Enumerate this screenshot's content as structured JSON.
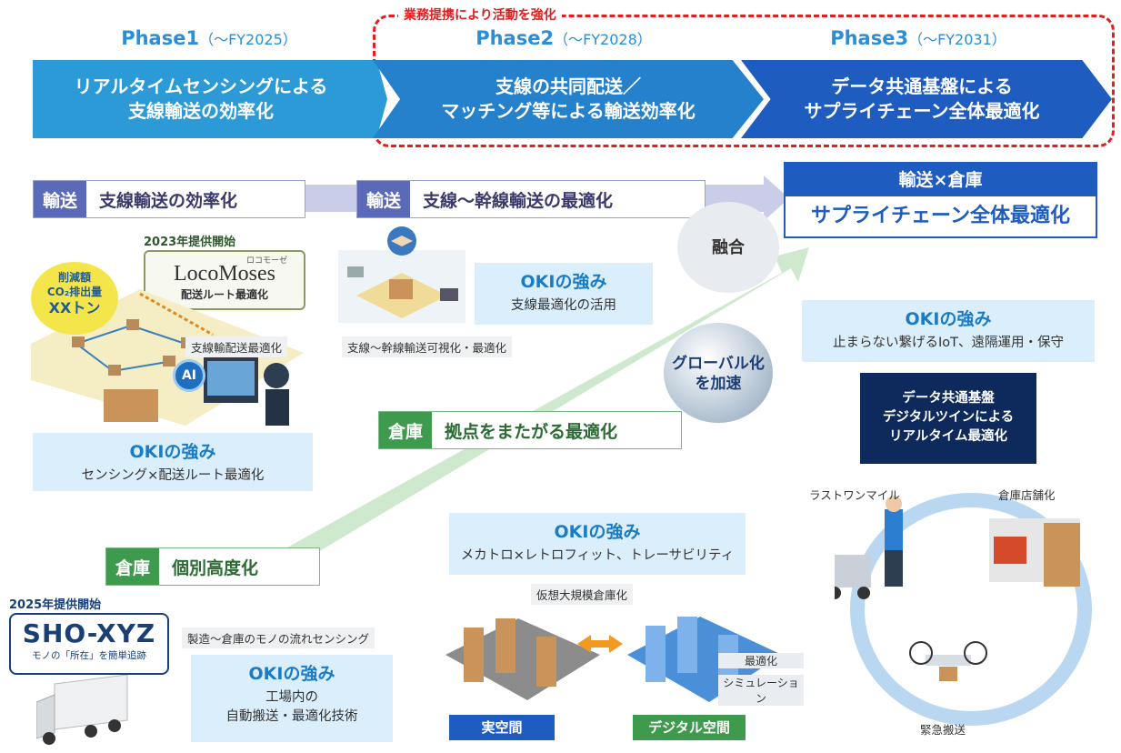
{
  "header": {
    "collab_label": "業務提携により活動を強化",
    "phases": [
      {
        "name": "Phase1",
        "fy": "（～FY2025）",
        "line1": "リアルタイムセンシングによる",
        "line2": "支線輸送の効率化"
      },
      {
        "name": "Phase2",
        "fy": "（～FY2028）",
        "line1": "支線の共同配送／",
        "line2": "マッチング等による輸送効率化"
      },
      {
        "name": "Phase3",
        "fy": "（～FY2031）",
        "line1": "データ共通基盤による",
        "line2": "サプライチェーン全体最適化"
      }
    ]
  },
  "transport": {
    "tag1": {
      "key": "輸送",
      "value": "支線輸送の効率化"
    },
    "tag2": {
      "key": "輸送",
      "value": "支線～幹線輸送の最適化"
    },
    "goal_top": "輸送×倉庫",
    "goal_main": "サプライチェーン全体最適化",
    "fusion": "融合"
  },
  "warehouse": {
    "tag1": {
      "key": "倉庫",
      "value": "個別高度化"
    },
    "tag2": {
      "key": "倉庫",
      "value": "拠点をまたがる最適化"
    }
  },
  "locomoses": {
    "start": "2023年提供開始",
    "logo_a": "Loco",
    "logo_b": "Moses",
    "ruby": "ロコモーゼ",
    "sub": "配送ルート最適化"
  },
  "co2": {
    "l1": "削減額",
    "l2": "CO₂排出量",
    "l3": "XXトン"
  },
  "ai_label": "AI",
  "captions": {
    "c1": "支線輸配送最適化",
    "c2": "支線～幹線輸送可視化・最適化",
    "c3": "製造～倉庫のモノの流れセンシング",
    "c4": "仮想大規模倉庫化"
  },
  "oki_boxes": [
    {
      "h": "OKIの強み",
      "d1": "センシング×配送ルート最適化",
      "d2": ""
    },
    {
      "h": "OKIの強み",
      "d1": "支線最適化の活用",
      "d2": ""
    },
    {
      "h": "OKIの強み",
      "d1": "止まらない繋げるIoT、遠隔運用・保守",
      "d2": ""
    },
    {
      "h": "OKIの強み",
      "d1": "メカトロ×レトロフィット、トレーサビリティ",
      "d2": ""
    },
    {
      "h": "OKIの強み",
      "d1": "工場内の",
      "d2": "自動搬送・最適化技術"
    }
  ],
  "globe": {
    "l1": "グローバル化",
    "l2": "を加速"
  },
  "data_platform": {
    "l1": "データ共通基盤",
    "l2": "デジタルツインによる",
    "l3": "リアルタイム最適化"
  },
  "cycle": {
    "last_mile": "ラストワンマイル",
    "store": "倉庫店舗化",
    "emergency": "緊急搬送"
  },
  "sho": {
    "start": "2025年提供開始",
    "logo": "SHO-XYZ",
    "sub": "モノの「所在」を簡単追跡"
  },
  "spaces": {
    "real": "実空間",
    "digital": "デジタル空間",
    "opt": "最適化",
    "sim": "シミュレーション"
  },
  "colors": {
    "phase1": "#2c9ad6",
    "phase2": "#2581cc",
    "phase3": "#1e5cbf",
    "transport": "#5b6ab8",
    "warehouse": "#3e9a4d",
    "oki": "#1a7cc7",
    "collab": "#e02020"
  }
}
